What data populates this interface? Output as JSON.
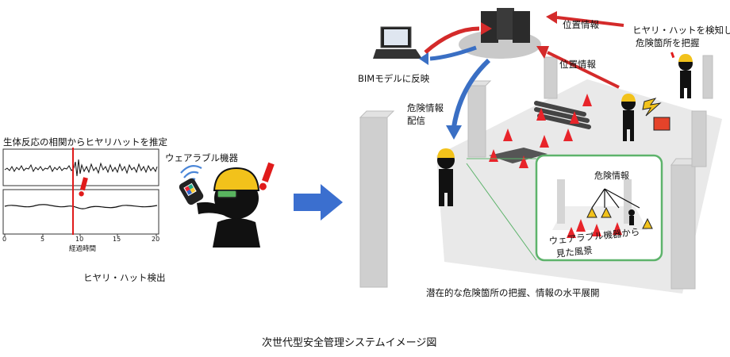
{
  "left_panel": {
    "graph_title": "生体反応の相関からヒヤリハットを推定",
    "x_ticks": [
      "0",
      "5",
      "10",
      "15",
      "20"
    ],
    "x_axis_label": "経過時間",
    "device_label": "ウェアラブル機器",
    "caption": "ヒヤリ・ハット検出"
  },
  "right_panel": {
    "bim_label": "BIMモデルに反映",
    "position_info_1": "位置情報",
    "position_info_2": "位置情報",
    "detect_label_line1": "ヒヤリ・ハットを検知し、",
    "detect_label_line2": "危険箇所を把握",
    "danger_distribution_line1": "危険情報",
    "danger_distribution_line2": "配信",
    "inset_danger_label": "危険情報",
    "inset_caption_line1": "ウェアラブル機器から",
    "inset_caption_line2": "見た風景",
    "caption": "潜在的な危険箇所の把握、情報の水平展開"
  },
  "figure_caption": "次世代型安全管理システムイメージ図",
  "colors": {
    "arrow_red": "#d42a2a",
    "arrow_blue": "#3a6fc4",
    "center_arrow": "#3b6fcf",
    "helmet": "#f2c21b",
    "cone": "#e8242a",
    "inset_border": "#5db36b",
    "floor": "#e9e9e9"
  }
}
